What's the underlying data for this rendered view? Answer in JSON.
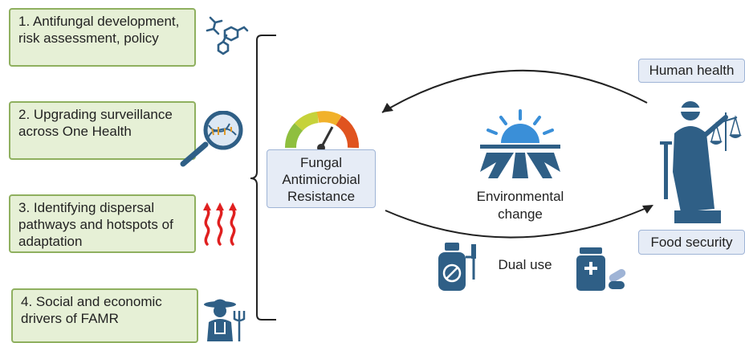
{
  "steps": [
    {
      "text": "1. Antifungal development, risk assessment, policy"
    },
    {
      "text": "2. Upgrading surveillance across One Health"
    },
    {
      "text": "3. Identifying dispersal pathways and hotspots of adaptation"
    },
    {
      "text": "4. Social and economic drivers of FAMR"
    }
  ],
  "center": {
    "title": "Fungal Antimicrobial Resistance"
  },
  "environment": {
    "label": "Environmental change"
  },
  "dual_use": {
    "label": "Dual use"
  },
  "outcomes": {
    "human_health": "Human health",
    "food_security": "Food security"
  },
  "colors": {
    "step_fill": "#e6f0d6",
    "step_border": "#8fb05f",
    "outcome_fill": "#e6ecf6",
    "outcome_border": "#9fb4d6",
    "icon_blue": "#2f5f86",
    "heat_red": "#e02020"
  },
  "icons": [
    "molecule-icon",
    "magnifier-dna-icon",
    "heat-waves-icon",
    "farmer-icon",
    "gauge-icon",
    "sun-field-icon",
    "sprayer-icon",
    "medicine-icon",
    "justice-statue-icon"
  ]
}
